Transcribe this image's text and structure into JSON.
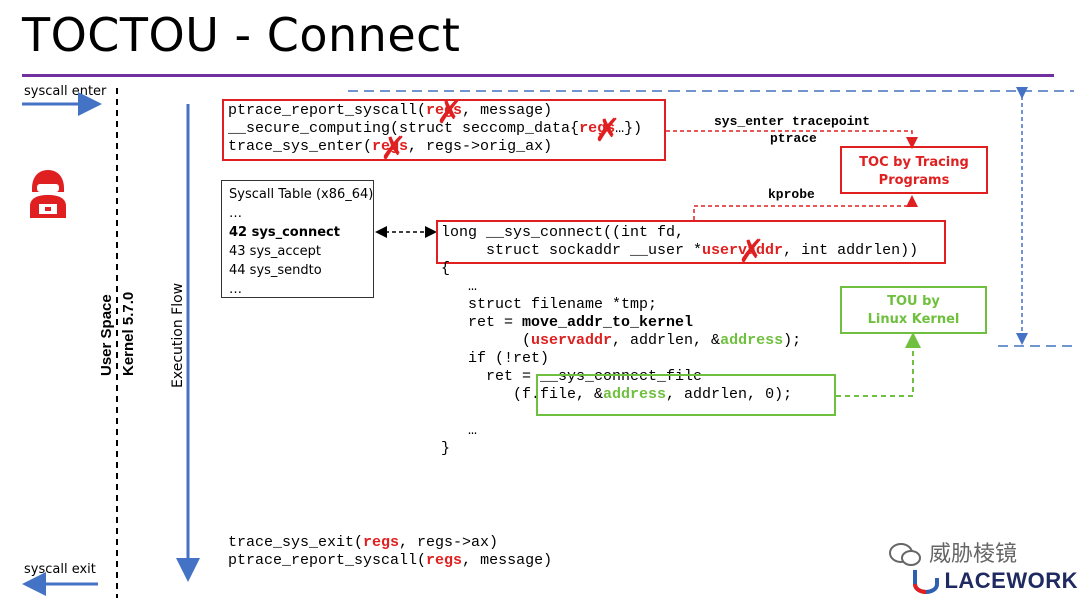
{
  "slide": {
    "title": "TOCTOU - Connect",
    "accent": "#7030a0"
  },
  "left": {
    "syscall_enter": "syscall enter",
    "syscall_exit": "syscall exit",
    "user_space": "User Space",
    "kernel": "Kernel 5.7.0",
    "execution_flow": "Execution Flow",
    "attacker_icon": "hacker-icon"
  },
  "top_code": {
    "l1a": "ptrace_report_syscall(",
    "l1b": "regs",
    "l1c": ", message)",
    "l2a": "__secure_computing(struct seccomp_data{",
    "l2b": "regs",
    "l2c": "…})",
    "l3a": "trace_sys_enter(",
    "l3b": "regs",
    "l3c": ", regs->orig_ax)"
  },
  "syscall_table": {
    "title": "Syscall Table (x86_64)",
    "dots1": "…",
    "row1": "42 sys_connect",
    "row2": "43 sys_accept",
    "row3": "44 sys_sendto",
    "dots2": "…"
  },
  "connect_code": {
    "sig1": "long __sys_connect((int fd,",
    "sig2a": "     struct sockaddr __user *",
    "sig2b": "uservaddr",
    "sig2c": ", int addrlen))",
    "open": "{",
    "b1": "   …",
    "b2": "   struct filename *tmp;",
    "b3a": "   ret = ",
    "b3b": "move_addr_to_kernel",
    "b4a": "         (",
    "b4b": "uservaddr",
    "b4c": ", addrlen, &",
    "b4d": "address",
    "b4e": ");",
    "b5": "   if (!ret)",
    "b6a": "     ret = ",
    "b6b": "__sys_connect_file",
    "b7a": "        (f.file, &",
    "b7b": "address",
    "b7c": ", addrlen, 0);",
    "b8": "   …",
    "close": "}"
  },
  "bottom_code": {
    "l1a": "trace_sys_exit(",
    "l1b": "regs",
    "l1c": ", regs->ax)",
    "l2a": "ptrace_report_syscall(",
    "l2b": "regs",
    "l2c": ", message)"
  },
  "annotations": {
    "sys_enter": "sys_enter tracepoint",
    "ptrace": "ptrace",
    "kprobe": "kprobe",
    "toc1": "TOC by Tracing",
    "toc2": "Programs",
    "tou1": "TOU by",
    "tou2": "Linux Kernel"
  },
  "watermark": {
    "text": "威胁棱镜",
    "brand": "LACEWORK"
  },
  "colors": {
    "red": "#e02020",
    "green": "#70c040",
    "blue": "#4472c4"
  }
}
